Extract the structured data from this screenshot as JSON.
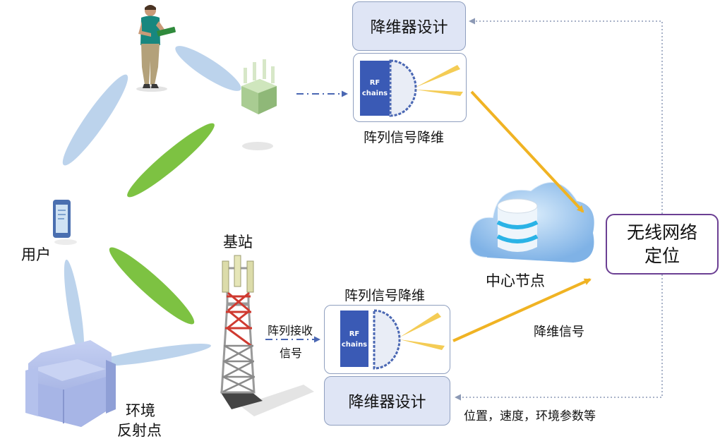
{
  "labels": {
    "user": "用户",
    "base_station": "基站",
    "reflector": [
      "环境",
      "反射点"
    ],
    "array_dimred_top": "阵列信号降维",
    "array_dimred_bottom": "阵列信号降维",
    "array_receive": [
      "阵列接收",
      "信号"
    ],
    "center_node": "中心节点",
    "dimred_signal": "降维信号",
    "feedback": "位置，速度，环境参数等"
  },
  "boxes": {
    "dimred_design_top": "降维器设计",
    "dimred_design_bottom": "降维器设计",
    "localization": [
      "无线网络",
      "定位"
    ]
  },
  "rf_chain": {
    "line1": "RF",
    "line2": "chains"
  },
  "colors": {
    "box_fill": "#dfe5f5",
    "box_border": "#8f9fbf",
    "output_border": "#6b3f93",
    "rf_block": "#3a5ab5",
    "beam_yellow": "#f4cc55",
    "arrow_yellow": "#f0b323",
    "blue_beam": "#bcd3ec",
    "green_beam": "#7dc242",
    "dashed_arrow": "#4a67b3"
  }
}
